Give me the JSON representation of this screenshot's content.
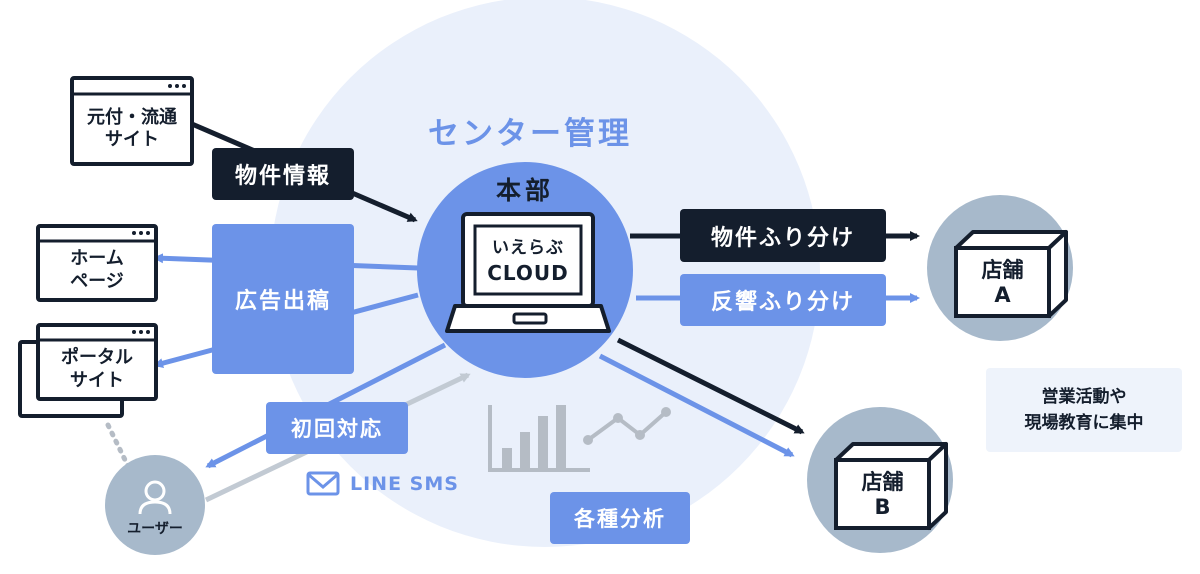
{
  "title": "センター管理",
  "hq": {
    "label": "本部",
    "logo": "いえらぶ",
    "product": "CLOUD"
  },
  "sources": {
    "motozuke": {
      "line1": "元付・流通",
      "line2": "サイト"
    },
    "homepage": {
      "line1": "ホーム",
      "line2": "ページ"
    },
    "portal": {
      "line1": "ポータル",
      "line2": "サイト"
    }
  },
  "labels": {
    "property_info": "物件情報",
    "ad_posting": "広告出稿",
    "first_response": "初回対応",
    "property_dispatch": "物件ふり分け",
    "response_dispatch": "反響ふり分け",
    "analysis": "各種分析",
    "line_sms": "LINE SMS",
    "focus_line1": "営業活動や",
    "focus_line2": "現場教育に集中"
  },
  "user": {
    "label": "ユーザー"
  },
  "stores": {
    "a": {
      "line1": "店舗",
      "line2": "A"
    },
    "b": {
      "line1": "店舗",
      "line2": "B"
    }
  },
  "colors": {
    "navy": "#141e2d",
    "blue": "#6c93e8",
    "light_circle": "#eaf0fb",
    "slate": "#a7b9cb",
    "gray": "#bfc4cb"
  }
}
